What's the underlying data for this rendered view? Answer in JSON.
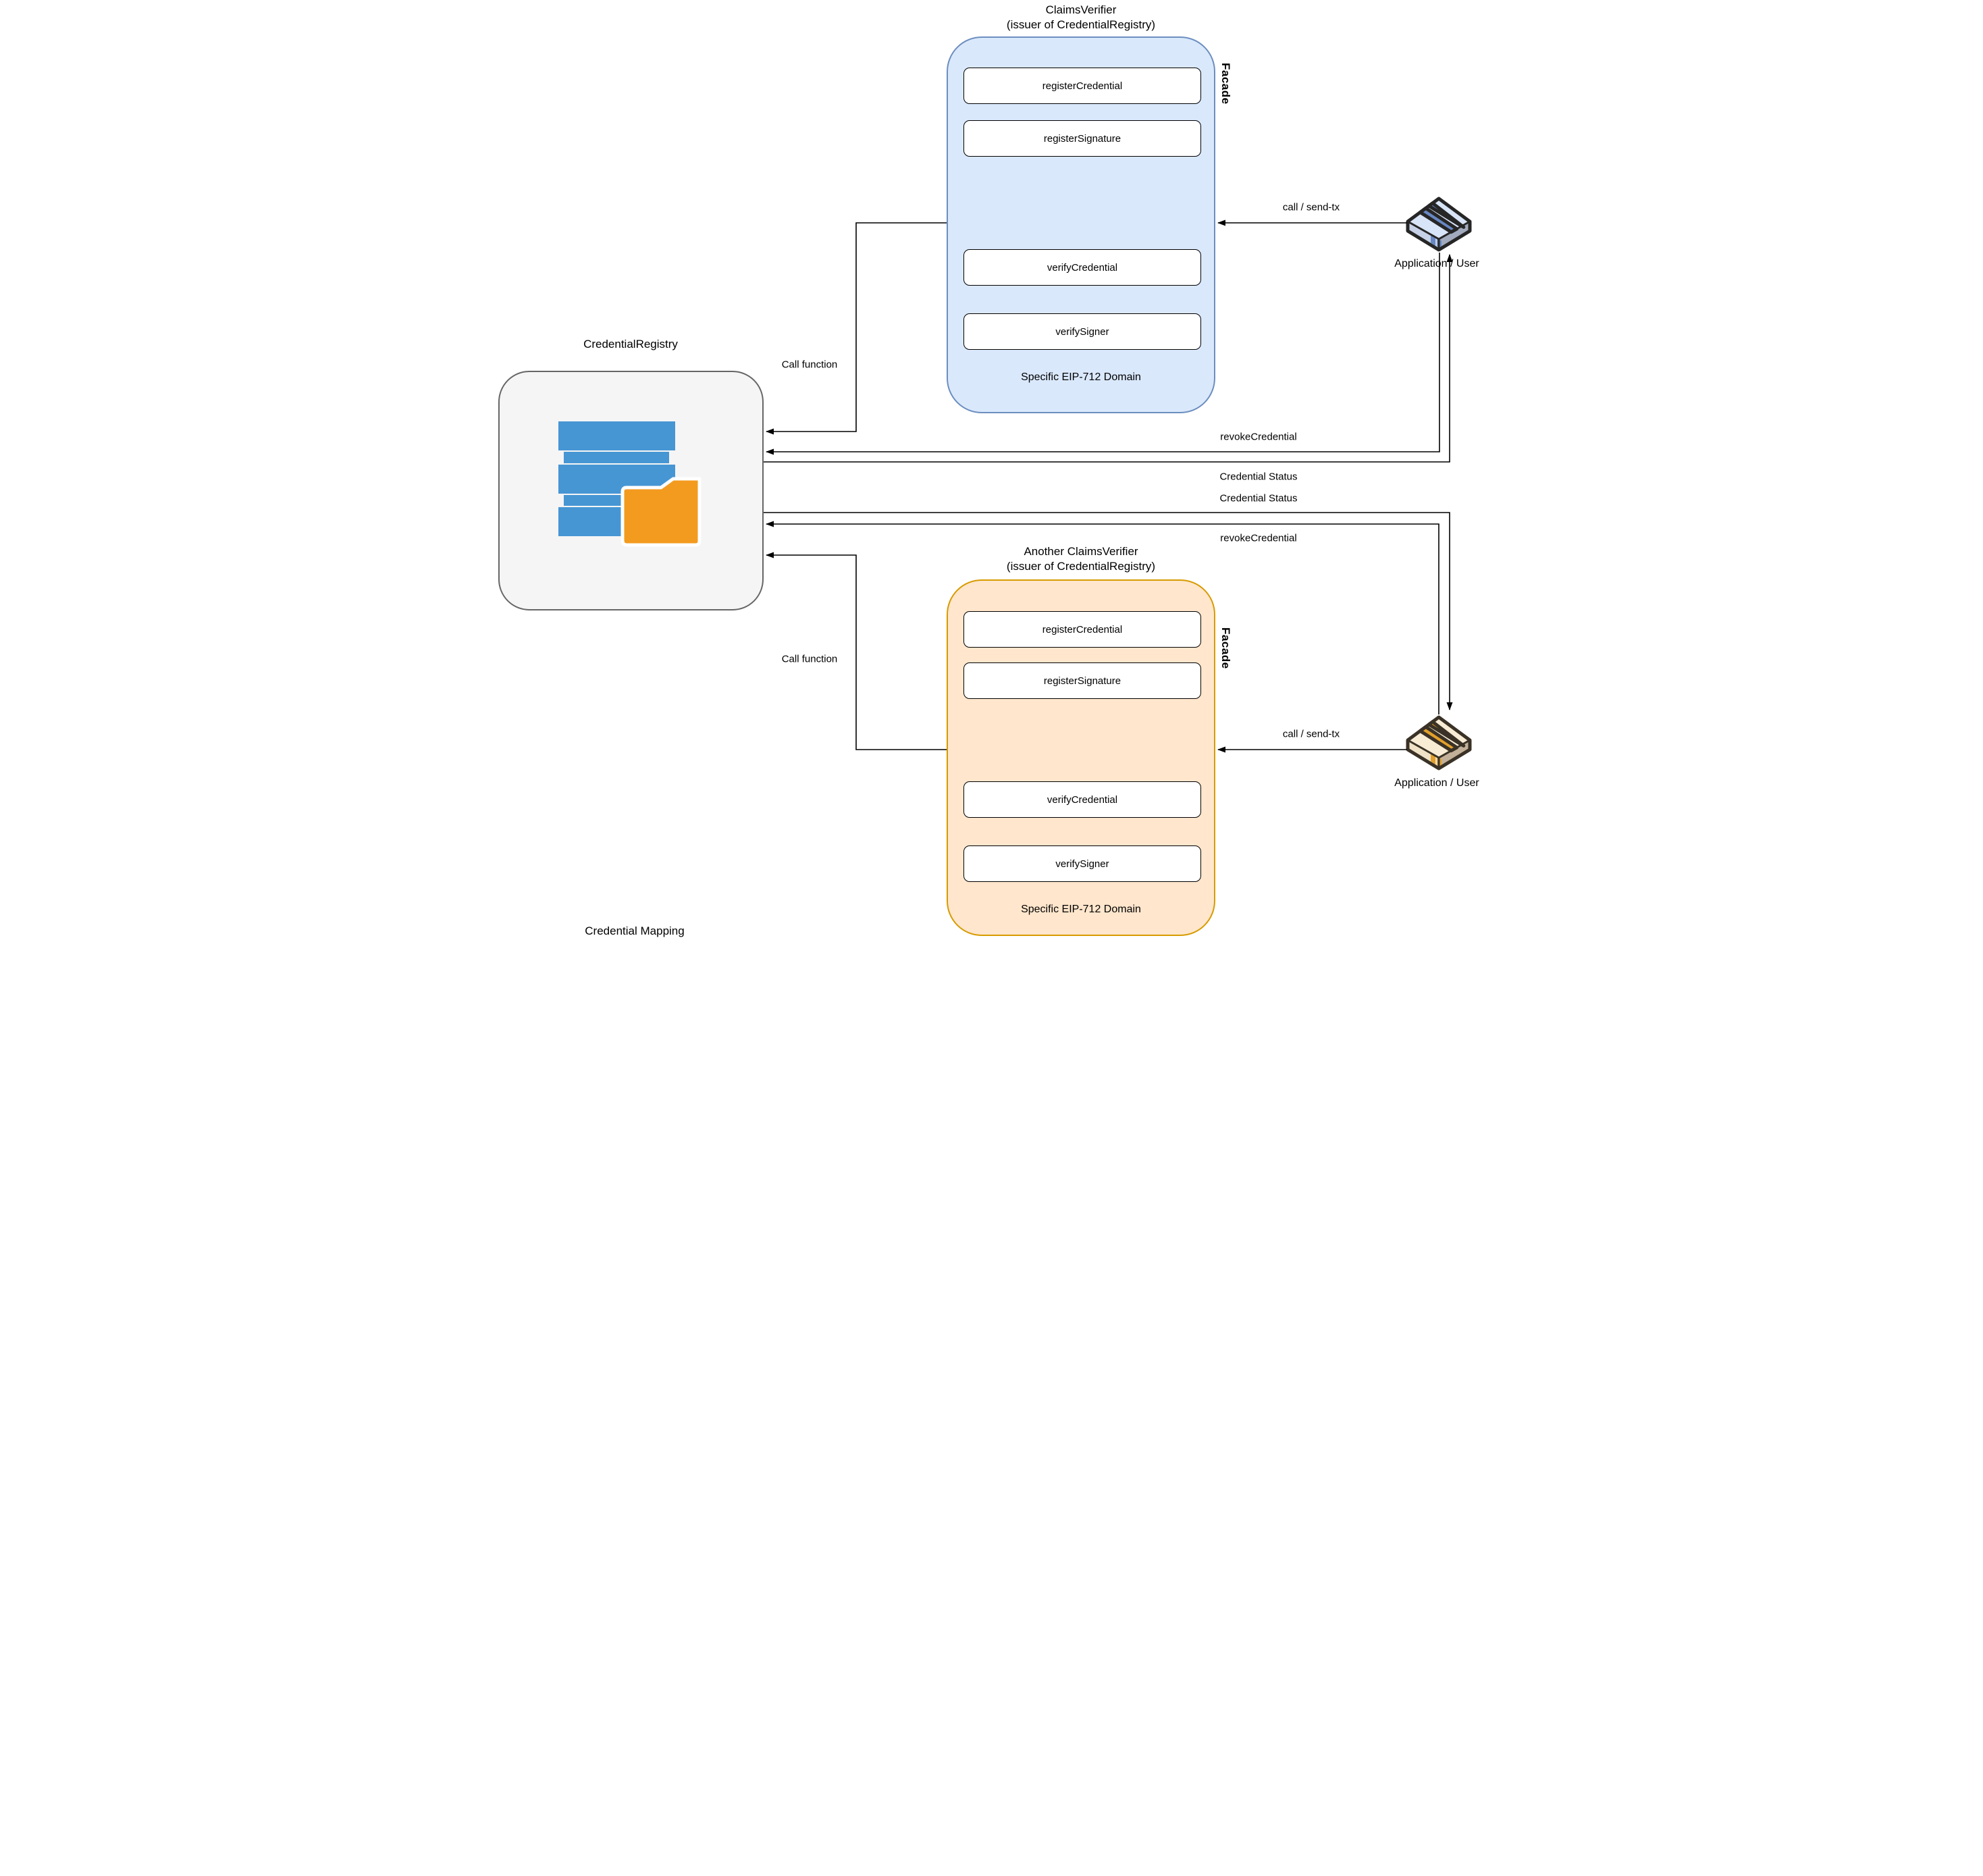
{
  "registry": {
    "title": "CredentialRegistry",
    "caption": "Credential Mapping"
  },
  "verifier_top": {
    "title": "ClaimsVerifier",
    "subtitle": "(issuer of CredentialRegistry)",
    "facade_label": "Facade",
    "functions": [
      "registerCredential",
      "registerSignature",
      "verifyCredential",
      "verifySigner"
    ],
    "domain_label": "Specific EIP-712 Domain"
  },
  "verifier_bottom": {
    "title": "Another ClaimsVerifier",
    "subtitle": "(issuer of CredentialRegistry)",
    "facade_label": "Facade",
    "functions": [
      "registerCredential",
      "registerSignature",
      "verifyCredential",
      "verifySigner"
    ],
    "domain_label": "Specific EIP-712 Domain"
  },
  "app_top": {
    "label": "Application / User"
  },
  "app_bottom": {
    "label": "Application / User"
  },
  "edges": {
    "call_send_tx_top": "call / send-tx",
    "call_function_top": "Call function",
    "revoke_credential_top": "revokeCredential",
    "credential_status_top": "Credential Status",
    "credential_status_bottom": "Credential Status",
    "revoke_credential_bottom": "revokeCredential",
    "call_function_bottom": "Call function",
    "call_send_tx_bottom": "call / send-tx"
  },
  "colors": {
    "verifier_top_fill": "#dae8fc",
    "verifier_top_stroke": "#6c8ebf",
    "verifier_bottom_fill": "#ffe6cc",
    "verifier_bottom_stroke": "#d79b00",
    "registry_fill": "#f5f5f5",
    "registry_stroke": "#666666",
    "database_blue": "#4696d4",
    "folder_orange": "#f39b1f",
    "line_color": "#000000"
  }
}
